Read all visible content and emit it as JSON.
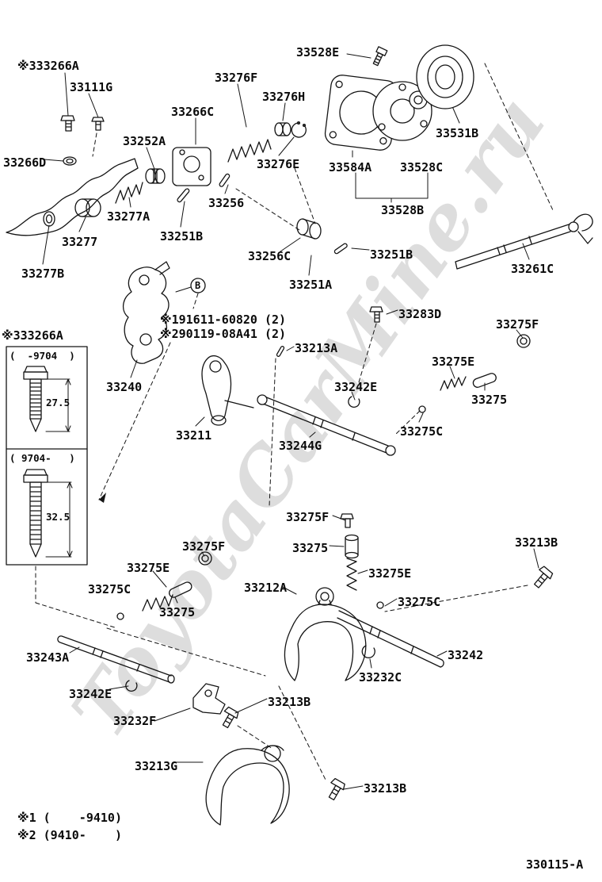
{
  "page": {
    "watermark": "ToyotaCarMine.ru",
    "diagram_number": "330115-A",
    "footnote_1": "※1 (    -9410)",
    "footnote_2": "※2 (9410-    )"
  },
  "callouts": {
    "b": "B"
  },
  "inset": {
    "header": "※333266A",
    "top_range": "(  -9704  )",
    "top_dim": "27.5",
    "bottom_range": "( 9704-   )",
    "bottom_dim": "32.5"
  },
  "labels": [
    {
      "text": "※333266A"
    },
    {
      "text": "33111G"
    },
    {
      "text": "33276F"
    },
    {
      "text": "33528E"
    },
    {
      "text": "33276H"
    },
    {
      "text": "33266C"
    },
    {
      "text": "33252A"
    },
    {
      "text": "33266D"
    },
    {
      "text": "33276E"
    },
    {
      "text": "33584A"
    },
    {
      "text": "33528C"
    },
    {
      "text": "33531B"
    },
    {
      "text": "33277A"
    },
    {
      "text": "33256"
    },
    {
      "text": "33277"
    },
    {
      "text": "33251B"
    },
    {
      "text": "33528B"
    },
    {
      "text": "33277B"
    },
    {
      "text": "33256C"
    },
    {
      "text": "33251B"
    },
    {
      "text": "33261C"
    },
    {
      "text": "33251A"
    },
    {
      "text": "33283D"
    },
    {
      "text": "※191611-60820 (2)"
    },
    {
      "text": "※290119-08A41 (2)"
    },
    {
      "text": "33275F"
    },
    {
      "text": "33213A"
    },
    {
      "text": "33275E"
    },
    {
      "text": "33240"
    },
    {
      "text": "33242E"
    },
    {
      "text": "33275"
    },
    {
      "text": "33211"
    },
    {
      "text": "33275C"
    },
    {
      "text": "33244G"
    },
    {
      "text": "33275F"
    },
    {
      "text": "33213B"
    },
    {
      "text": "33275F"
    },
    {
      "text": "33275"
    },
    {
      "text": "33275E"
    },
    {
      "text": "33275E"
    },
    {
      "text": "33212A"
    },
    {
      "text": "33275C"
    },
    {
      "text": "33275C"
    },
    {
      "text": "33275"
    },
    {
      "text": "33243A"
    },
    {
      "text": "33242"
    },
    {
      "text": "33232C"
    },
    {
      "text": "33242E"
    },
    {
      "text": "33213B"
    },
    {
      "text": "33232F"
    },
    {
      "text": "33213G"
    },
    {
      "text": "33213B"
    }
  ]
}
